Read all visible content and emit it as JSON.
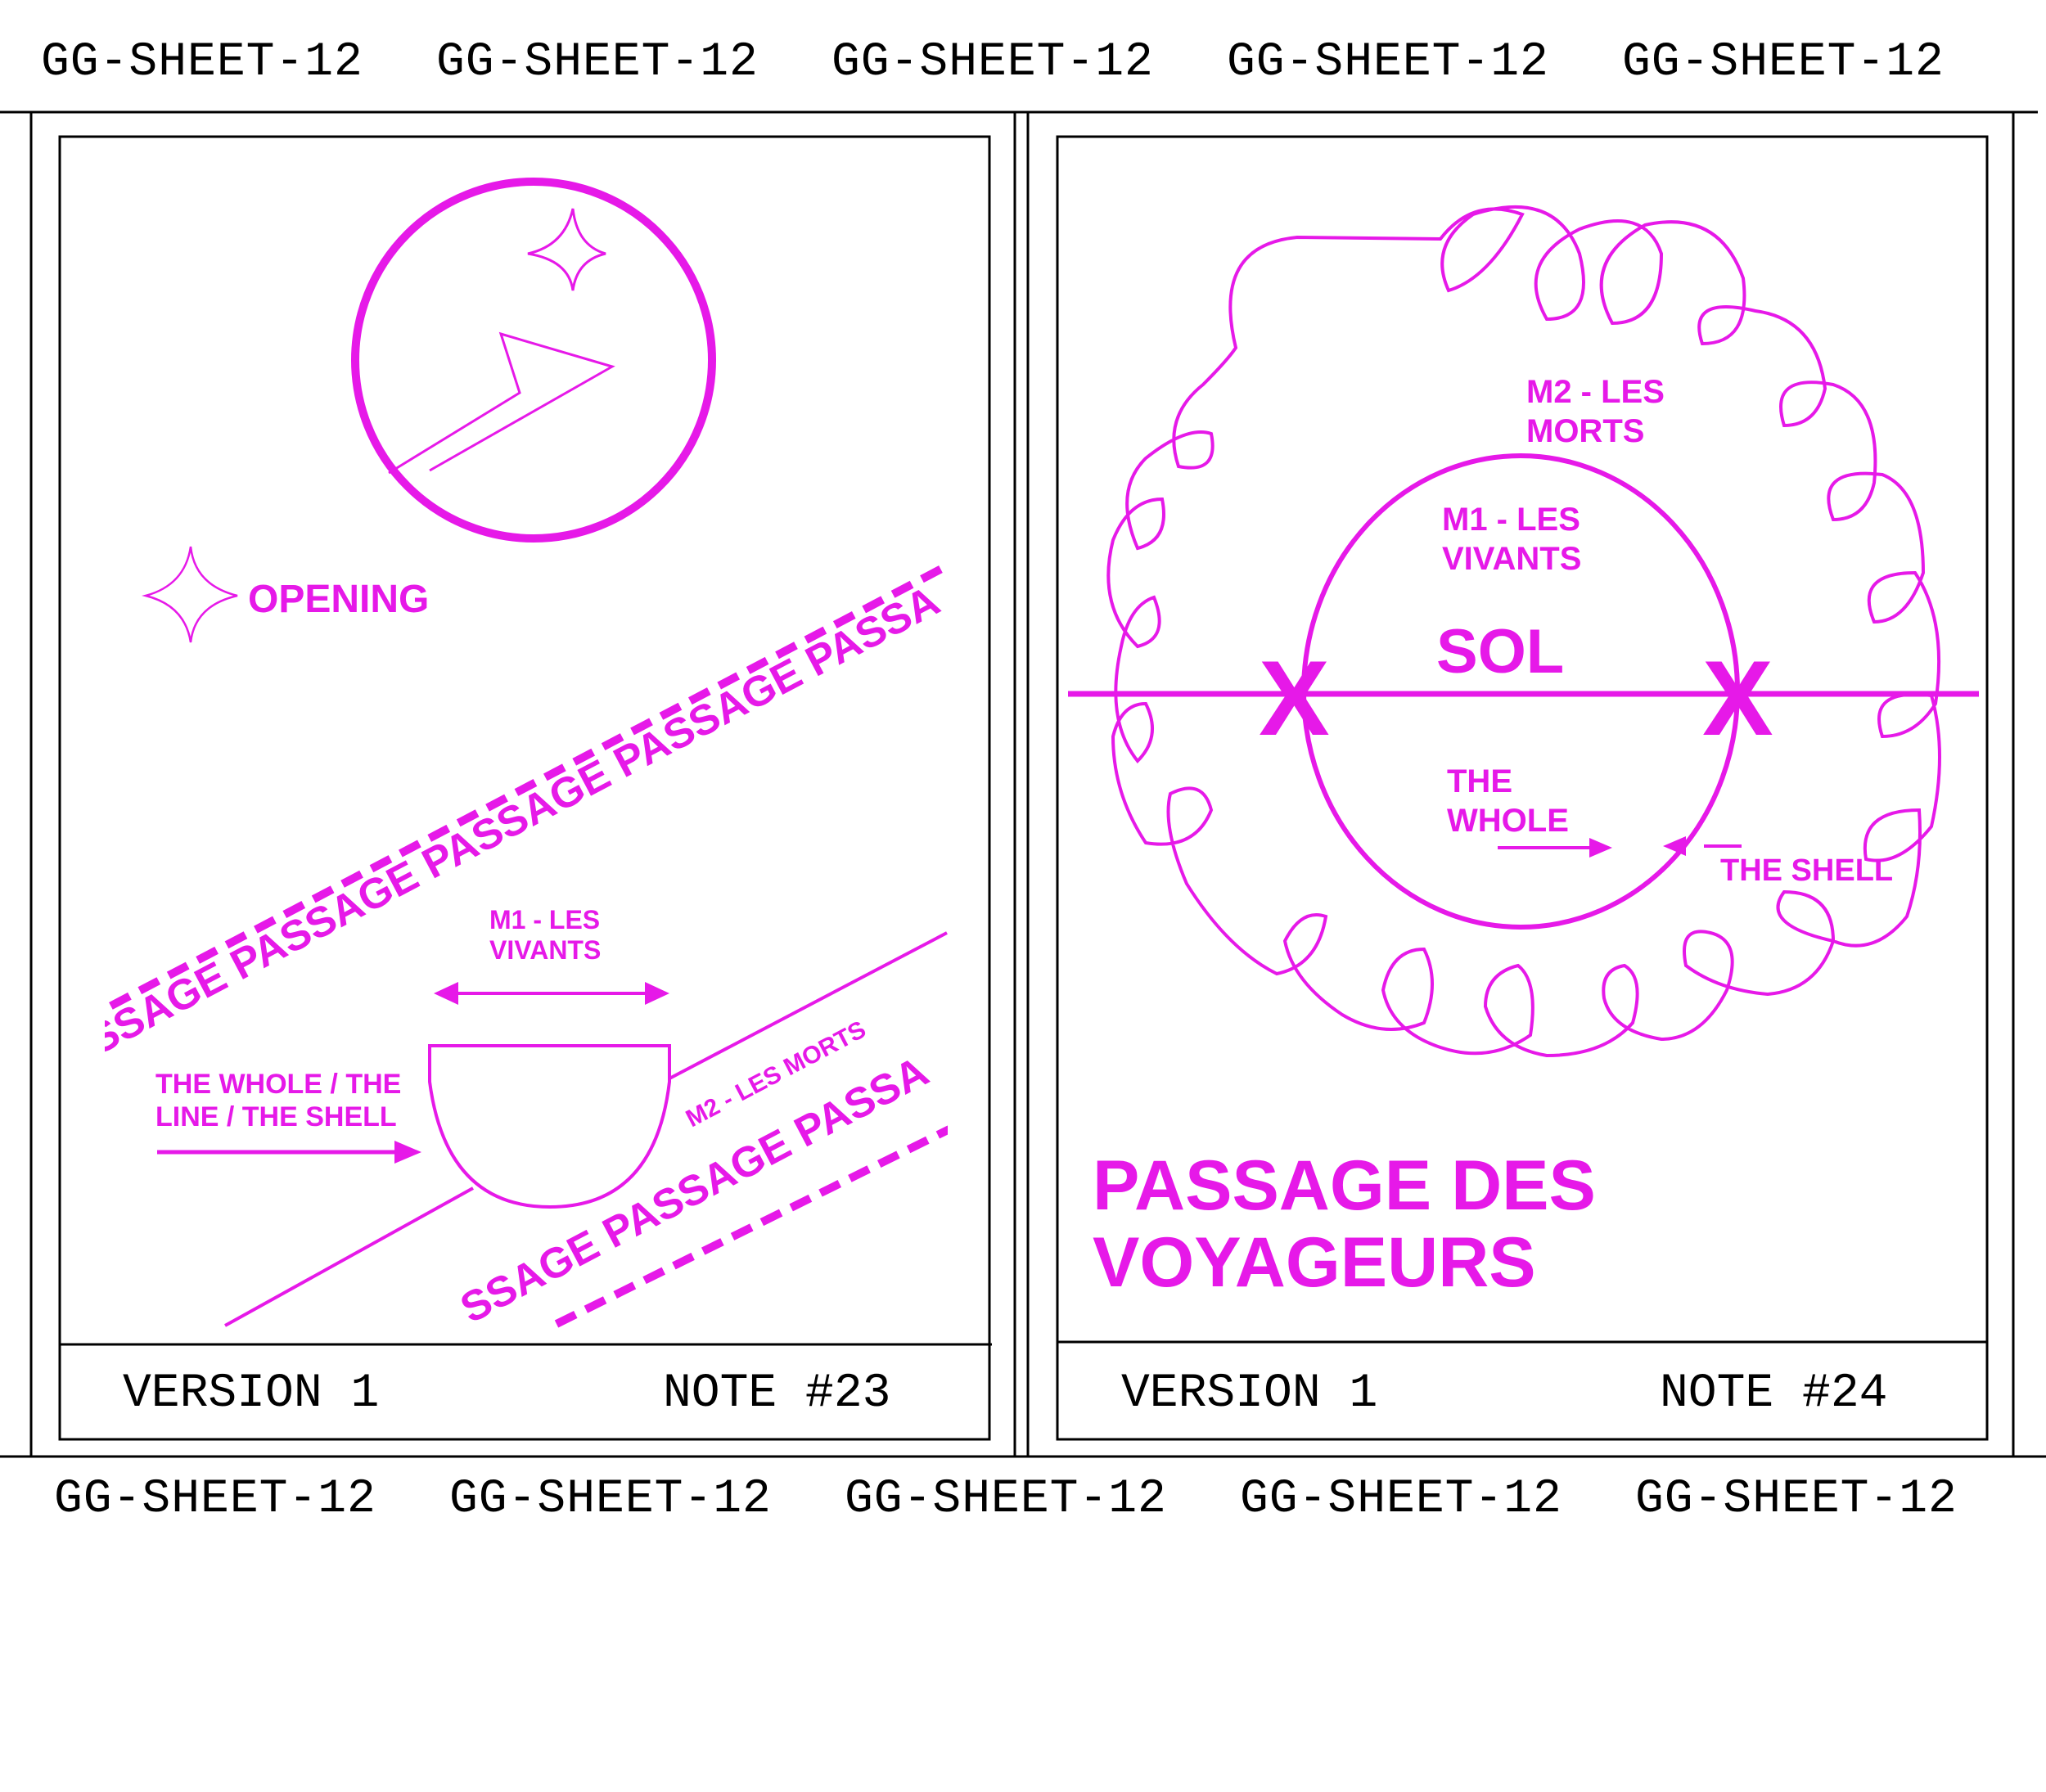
{
  "banner_top": [
    "GG-SHEET-12",
    "GG-SHEET-12",
    "GG-SHEET-12",
    "GG-SHEET-12",
    "GG-SHEET-12"
  ],
  "banner_bottom": [
    "GG-SHEET-12",
    "GG-SHEET-12",
    "GG-SHEET-12",
    "GG-SHEET-12",
    "GG-SHEET-12"
  ],
  "accent_color": "#e619e8",
  "card_left": {
    "opening_label": "OPENING",
    "passage_band_text": "SSAGE PASSAGE PASSAGE PASSAGE PASSA",
    "passage_band_text_lower": "SSAGE PASSAGE PASSA",
    "m1_label_line1": "M1 - LES",
    "m1_label_line2": "VIVANTS",
    "whole_label_line1": "THE WHOLE / THE",
    "whole_label_line2": "LINE / THE SHELL",
    "m2_label": "M2 - LES MORTS",
    "version": "VERSION 1",
    "note": "NOTE #23"
  },
  "card_right": {
    "m2_label_line1": "M2 - LES",
    "m2_label_line2": "MORTS",
    "m1_label_line1": "M1 - LES",
    "m1_label_line2": "VIVANTS",
    "sol_label": "SOL",
    "cross_mark": "X",
    "whole_label_line1": "THE",
    "whole_label_line2": "WHOLE",
    "shell_label": "THE SHELL",
    "title_line1": "PASSAGE DES",
    "title_line2": "VOYAGEURS",
    "version": "VERSION 1",
    "note": "NOTE #24"
  }
}
